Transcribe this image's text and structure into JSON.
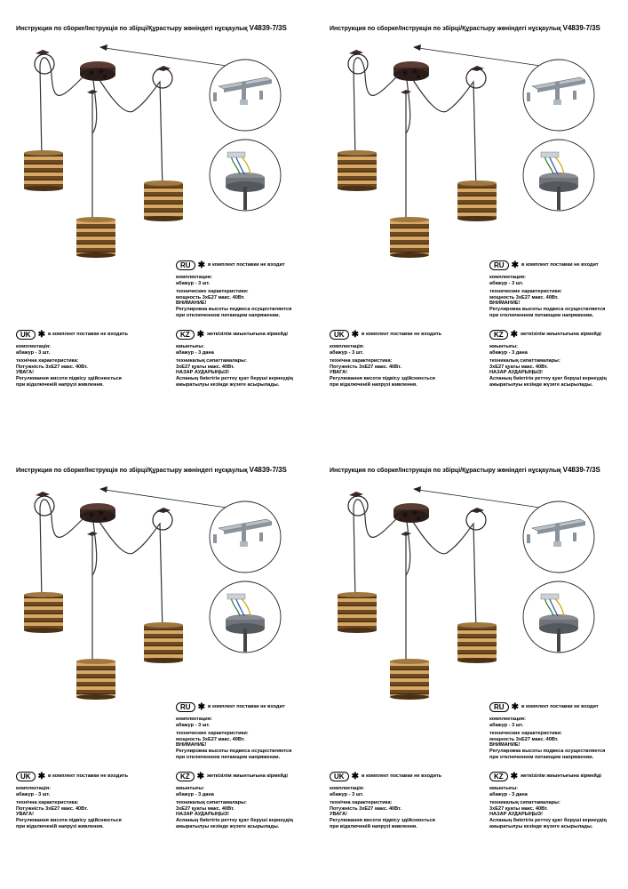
{
  "title": "Инструкция по сборке/Інструкція по збірці/Құрастыру жөніндегі нұсқаулық",
  "model": "V4839-7/3S",
  "ru": {
    "badge": "RU",
    "not_included": "в комплект поставки не входит",
    "kit_label": "комплектация:",
    "kit_value": "абажур - 3 шт.",
    "specs_label": "технические характеристики:",
    "specs_value": "мощность 3хЕ27 макс. 40Вт.",
    "warning": "ВНИМАНИЕ!",
    "note_line1": "Регулировка высоты подвеса осуществляется",
    "note_line2": "при отключенном питающем напряжении."
  },
  "uk": {
    "badge": "UK",
    "not_included": "в комплект поставки не входить",
    "kit_label": "комплектація:",
    "kit_value": "абажур - 3 шт.",
    "specs_label": "технічна характеристика:",
    "specs_value": "Потужність 3хЕ27 макс. 40Вт.",
    "warning": "УВАГА!",
    "note_line1": "Регулювання висоти підвісу здійснюється",
    "note_line2": "при відключеній напрузі живлення."
  },
  "kz": {
    "badge": "KZ",
    "not_included": "жеткізілім жиынтығына кірмейді",
    "kit_label": "жиынтығы:",
    "kit_value": "абажур - 3 дана",
    "specs_label": "техникалық сипаттамалары:",
    "specs_value": "3хЕ27 қуаты макс. 40Вт.",
    "warning": "НАЗАР АУДАРЫҢЫЗ!",
    "note_line1": "Аспаның биіктігін реттеу қуат беруші кернеудің",
    "note_line2": "ажыратылуы кезінде жүзеге асырылады."
  },
  "colors": {
    "shade": "#8a6430",
    "shade_dark": "#4a3015",
    "metal": "#3c2a24",
    "wire": "#333333",
    "bracket": "#9aa3ab"
  }
}
